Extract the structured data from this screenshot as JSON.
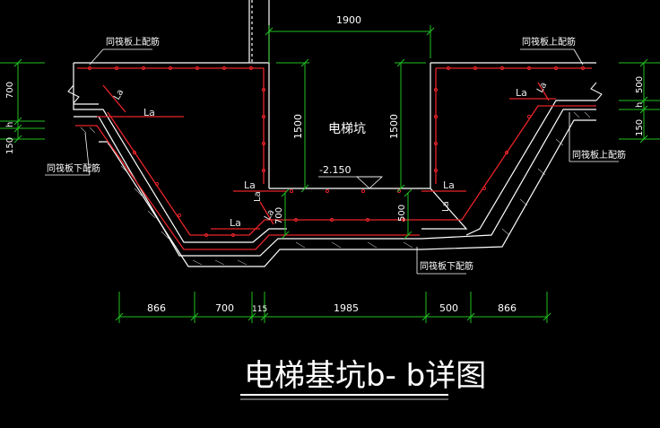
{
  "colors": {
    "background": "#000000",
    "structure": "#ffffff",
    "rebar": "#e8242a",
    "dimension": "#20c020",
    "text": "#ffffff",
    "label_la": "#e8e8e8"
  },
  "drawing": {
    "title": "电梯基坑b- b详图",
    "pit_label": "电梯坑",
    "elevation": "-2.150",
    "note_top_left": "同筏板上配筋",
    "note_top_right": "同筏板上配筋",
    "note_bottom_left": "同筏板下配筋",
    "note_bottom_right_upper": "同筏板上配筋",
    "note_bottom_right_lower": "同筏板下配筋",
    "la": "La"
  },
  "dimensions": {
    "top_width": "1900",
    "bottom": [
      "866",
      "700",
      "115",
      "1985",
      "500",
      "866"
    ],
    "depth_left": "1500",
    "depth_right": "1500",
    "left_side": [
      "700",
      "h",
      "150"
    ],
    "right_side": [
      "500",
      "h",
      "150"
    ],
    "pit_step_left": "700",
    "pit_step_right": "500"
  }
}
